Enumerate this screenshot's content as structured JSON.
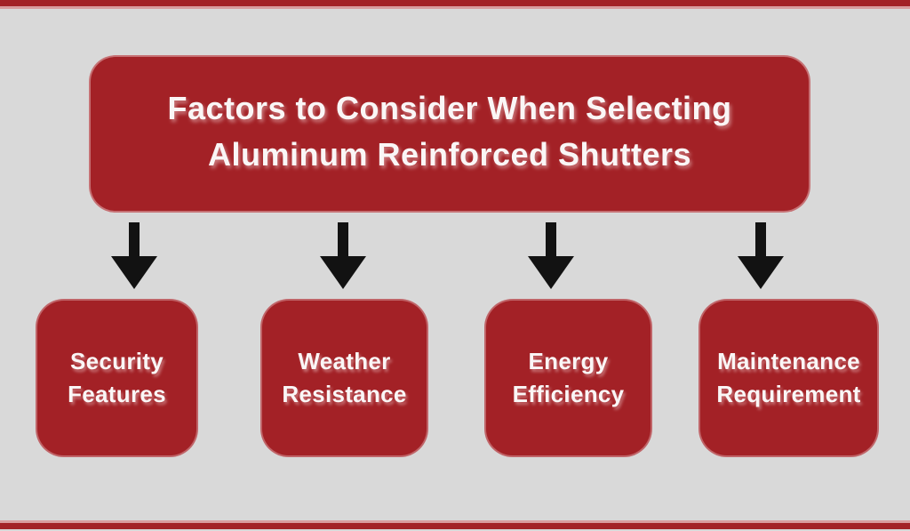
{
  "colors": {
    "accent_red": "#a32126",
    "accent_pink": "#d99c9e",
    "background": "#d9d9d9",
    "arrow_black": "#121212",
    "text_white": "#faf6f6"
  },
  "title_box": {
    "line1": "Factors to Consider When Selecting",
    "line2": "Aluminum Reinforced Shutters"
  },
  "icons": {
    "down_arrow": "down-arrow"
  },
  "factors": [
    {
      "lines": [
        "Security",
        "Features"
      ]
    },
    {
      "lines": [
        "Weather",
        "Resistance"
      ]
    },
    {
      "lines": [
        "Energy",
        "Efficiency"
      ]
    },
    {
      "lines": [
        "Maintenance",
        "Requirement"
      ]
    }
  ]
}
